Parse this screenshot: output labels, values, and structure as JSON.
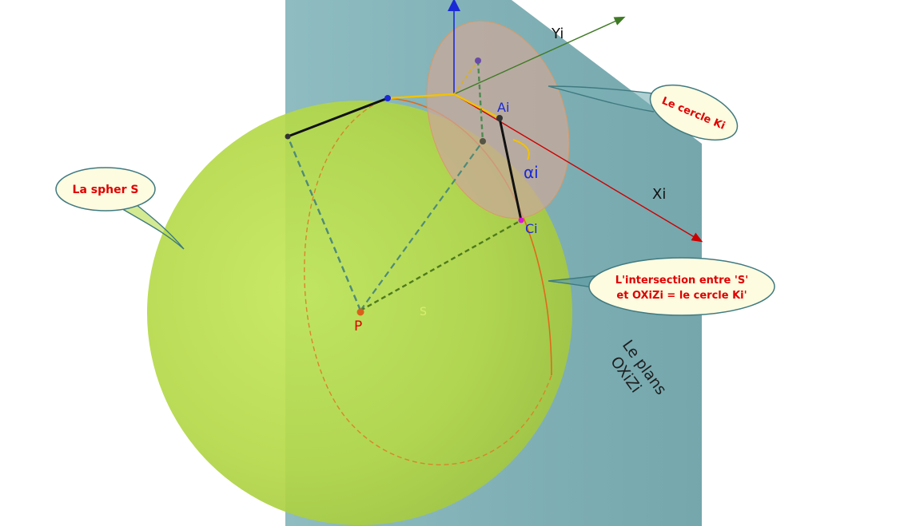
{
  "labels": {
    "yi": "Yi",
    "xi": "Xi",
    "ai": "Ai",
    "ci": "Ci",
    "alpha": "αi",
    "p": "P",
    "s": "S",
    "plane": [
      "Le plans",
      "OXiZi"
    ]
  },
  "callouts": {
    "circle": "Le cercle Ki",
    "sphere": "La spher S",
    "intersection": [
      "L'intersection entre 'S'",
      "et OXiZi = le cercle Ki'"
    ]
  },
  "colors": {
    "sphere": "#b8dc4a",
    "plane": "#5e9aa1",
    "disc": "#c9a89a",
    "xi_axis": "#cc0000",
    "yi_axis": "#3f7a24",
    "z_axis": "#1a2ad6",
    "yellow_link": "#f2c200",
    "callout_text": "#e00000",
    "point_label_blue": "#1a2ad6",
    "point_label_red": "#e00000"
  }
}
